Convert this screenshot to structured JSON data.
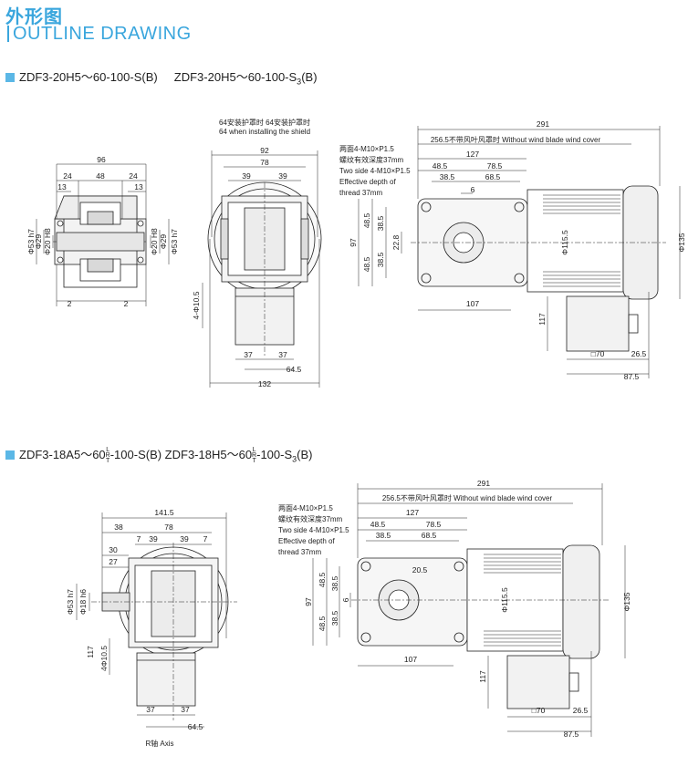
{
  "header": {
    "title_cn": "外形图",
    "title_en": "OUTLINE DRAWING"
  },
  "section1": {
    "title": "ZDF3-20H5～60-100-S(B)",
    "title2_prefix": "ZDF3-20H5～60-100-S",
    "title2_sub": "3",
    "title2_suffix": "(B)",
    "shield_note_cn": "64安装护罩时  64安装护罩时",
    "shield_note_en": "64 when installing the shield",
    "thread_note_cn1": "两面4-M10×P1.5",
    "thread_note_cn2": "螺纹有效深度37mm",
    "thread_note_en1": "Two side 4-M10×P1.5",
    "thread_note_en2": "Effective depth of",
    "thread_note_en3": "thread 37mm",
    "cover_note": "256.5不带风叶风罩时 Without wind blade wind cover",
    "dims": {
      "d96": "96",
      "d24a": "24",
      "d48": "48",
      "d24b": "24",
      "d13a": "13",
      "d13b": "13",
      "d2a": "2",
      "d2b": "2",
      "phi53a": "Φ53 h7",
      "phi29a": "Φ29",
      "phi20a": "Φ20 H8",
      "phi20b": "Φ20 H8",
      "phi29b": "Φ29",
      "phi53b": "Φ53 h7",
      "d92": "92",
      "d78": "78",
      "d39a": "39",
      "d39b": "39",
      "d4phi": "4-Φ10.5",
      "d37a": "37",
      "d37b": "37",
      "d645": "64.5",
      "d132": "132",
      "d291": "291",
      "d127": "127",
      "d485a": "48.5",
      "d785": "78.5",
      "d385a": "38.5",
      "d685": "68.5",
      "d6": "6",
      "d97": "97",
      "d485b": "48.5",
      "d385b": "38.5",
      "d228": "22.8",
      "d485c": "48.5",
      "d385c": "38.5",
      "d107": "107",
      "phi1155": "Φ115.5",
      "phi135": "Φ135",
      "d117": "117",
      "sq70": "□70",
      "d265": "26.5",
      "d875": "87.5"
    }
  },
  "section2": {
    "title_prefix": "ZDF3-18A5～60",
    "title_mid": "-100-S(B)  ZDF3-18H5～60",
    "title_suffix": "-100-S",
    "title_sub": "3",
    "title_end": "(B)",
    "stack_top": "L",
    "stack_mid": "R",
    "stack_bot": "T",
    "thread_note_cn1": "两面4-M10×P1.5",
    "thread_note_cn2": "螺纹有效深度37mm",
    "thread_note_en1": "Two side 4-M10×P1.5",
    "thread_note_en2": "Effective depth of",
    "thread_note_en3": "thread 37mm",
    "cover_note": "256.5不带风叶风罩时 Without wind blade wind cover",
    "axis_caption": "R轴 Axis",
    "dims": {
      "d1415": "141.5",
      "d38": "38",
      "d78": "78",
      "d7a": "7",
      "d39a": "39",
      "d39b": "39",
      "d7b": "7",
      "d30": "30",
      "d27": "27",
      "phi53": "Φ53 h7",
      "phi18": "Φ18 h6",
      "d117": "117",
      "d4phi": "4Φ10.5",
      "d37a": "37",
      "d37b": "37",
      "d645": "64.5",
      "d291": "291",
      "d127": "127",
      "d485a": "48.5",
      "d785": "78.5",
      "d385a": "38.5",
      "d685": "68.5",
      "d205": "20.5",
      "d485b": "48.5",
      "d385b": "38.5",
      "d97": "97",
      "d6": "6",
      "d385c": "38.5",
      "d485c": "48.5",
      "d107": "107",
      "phi1155": "Φ115.5",
      "phi135": "Φ135",
      "d117b": "117",
      "sq70": "□70",
      "d265": "26.5",
      "d875": "87.5"
    }
  }
}
